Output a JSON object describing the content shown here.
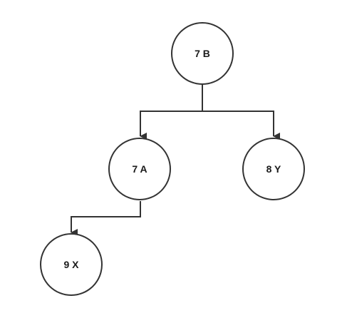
{
  "nodes": {
    "root": {
      "label": "7 B"
    },
    "left": {
      "label": "7 A"
    },
    "right": {
      "label": "8 Y"
    },
    "left_left": {
      "label": "9 X"
    }
  },
  "colors": {
    "stroke": "#333333",
    "fill": "#ffffff",
    "text": "#1a1a1a"
  }
}
